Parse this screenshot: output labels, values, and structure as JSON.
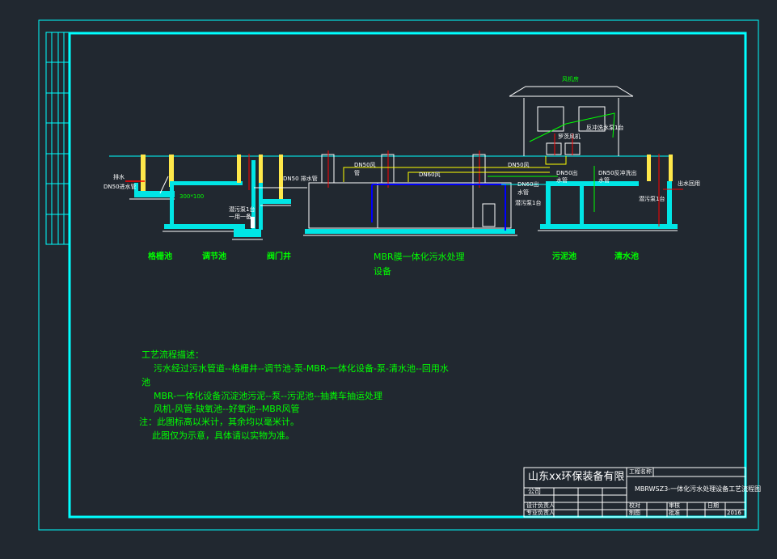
{
  "labels": {
    "fan_room": "风机房",
    "inlet_pipe": "DN50进水管",
    "grid_size": "300*100",
    "overflow_pipe": "DN50 排水管",
    "dn50_air_1": "DN50风",
    "dn50_air_1b": "管",
    "dn60_air": "DN60风",
    "dn50_air_2": "DN50风",
    "dn50_out": "DN50出",
    "dn50_out_b": "水管",
    "dn50_backwash": "DN50反冲洗出",
    "dn50_backwash_b": "水管",
    "dn60_out": "DN60出",
    "dn60_out_b": "水管",
    "discharge": "排水",
    "outlet": "出水回用",
    "pump_note": "潜污泵1台",
    "pump_note2": "一用一备",
    "pump_note3": "潜污泵1台",
    "blower_note": "罗茨风机",
    "backwash_note": "反冲洗水泵1台"
  },
  "units": [
    {
      "name": "格栅池"
    },
    {
      "name": "调节池"
    },
    {
      "name": "阀门井"
    },
    {
      "name": "MBR膜一体化污水处理",
      "line2": "设备"
    },
    {
      "name": "污泥池"
    },
    {
      "name": "清水池"
    }
  ],
  "description": {
    "title": "工艺流程描述：",
    "line1": "污水经过污水管道--格栅井--调节池-泵-MBR-一体化设备-泵-清水池--回用水",
    "line1b": "池",
    "line2": "MBR-一体化设备沉淀池污泥--泵--污泥池--抽粪车抽运处理",
    "line3": "风机-风管-缺氧池--好氧池--MBR风管"
  },
  "notes": {
    "line1": "注：此图标高以米计，其余均以毫米计。",
    "line2": "此图仅为示意，具体请以实物为准。"
  },
  "title_block": {
    "company": "山东xx环保装备有限",
    "company2": "公司",
    "project_label": "工程名称",
    "drawing_title": "MBRWSZ3-一体化污水处理设备工艺流程图",
    "rows": [
      [
        "设计负责人",
        "校对",
        "审核",
        "日期"
      ],
      [
        "专业负责人",
        "制图",
        "批准",
        "2016"
      ]
    ]
  },
  "colors": {
    "bg": "#212830",
    "border": "#00ffff",
    "text": "#00ff00",
    "line": "#ffffff",
    "fill": "#00e5e5",
    "wall": "#ffe84a",
    "pipe_red": "#ff0000",
    "pipe_blue": "#0000ff",
    "pipe_yellow": "#ffff00"
  }
}
